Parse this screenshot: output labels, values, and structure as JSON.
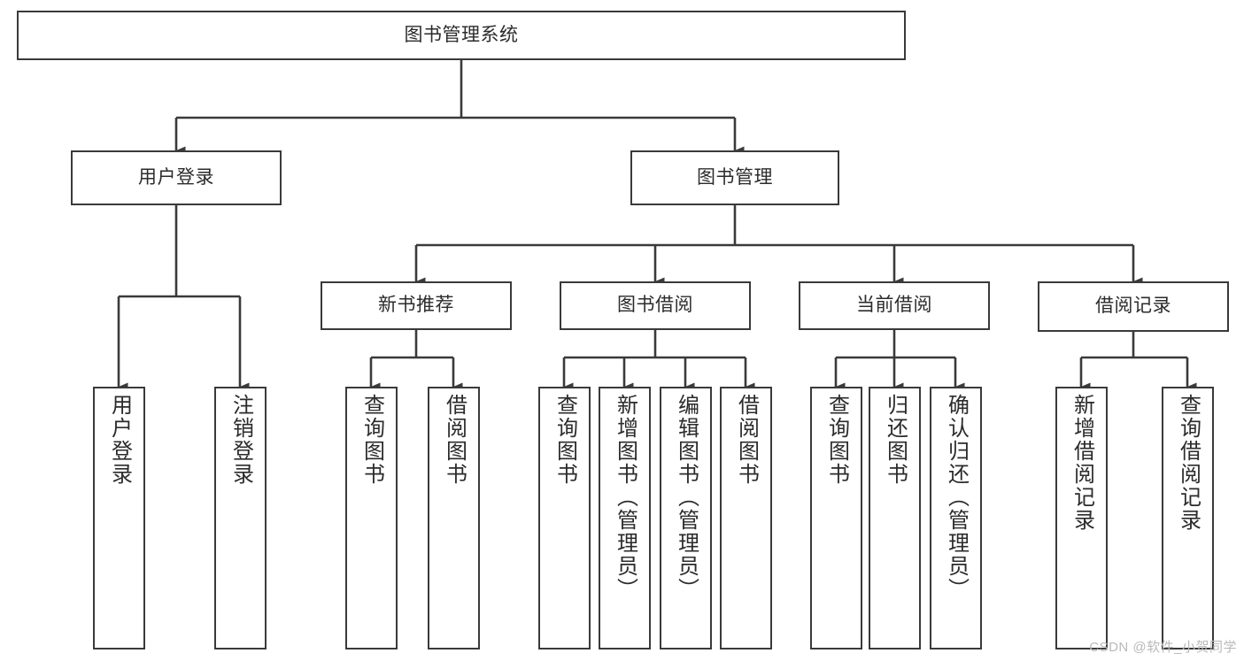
{
  "diagram": {
    "type": "tree-hierarchy",
    "title": "图书管理系统",
    "watermark": "CSDN @软件_小贺同学",
    "colors": {
      "box_border": "#3a3a3a",
      "box_fill": "#ffffff",
      "connector": "#3a3a3a",
      "text": "#2b2b2b",
      "watermark": "#b9b9b9",
      "background": "#ffffff"
    },
    "nodes": {
      "root": {
        "label": "图书管理系统",
        "level": 1,
        "orientation": "horizontal"
      },
      "l2": [
        {
          "id": "user-login",
          "label": "用户登录",
          "orientation": "horizontal"
        },
        {
          "id": "book-manage",
          "label": "图书管理",
          "orientation": "horizontal"
        }
      ],
      "l3": [
        {
          "id": "new-book-recommend",
          "label": "新书推荐",
          "orientation": "horizontal",
          "parent": "book-manage"
        },
        {
          "id": "book-borrow",
          "label": "图书借阅",
          "orientation": "horizontal",
          "parent": "book-manage"
        },
        {
          "id": "current-borrow",
          "label": "当前借阅",
          "orientation": "horizontal",
          "parent": "book-manage"
        },
        {
          "id": "borrow-record",
          "label": "借阅记录",
          "orientation": "horizontal",
          "parent": "book-manage"
        }
      ],
      "leaves": [
        {
          "id": "leaf-user-login",
          "label": "用户登录",
          "parent": "user-login",
          "orientation": "vertical"
        },
        {
          "id": "leaf-user-logout",
          "label": "注销登录",
          "parent": "user-login",
          "orientation": "vertical"
        },
        {
          "id": "leaf-query-book-1",
          "label": "查询图书",
          "parent": "new-book-recommend",
          "orientation": "vertical"
        },
        {
          "id": "leaf-borrow-book-1",
          "label": "借阅图书",
          "parent": "new-book-recommend",
          "orientation": "vertical"
        },
        {
          "id": "leaf-query-book-2",
          "label": "查询图书",
          "parent": "book-borrow",
          "orientation": "vertical"
        },
        {
          "id": "leaf-add-book",
          "label": "新增图书（管理员）",
          "parent": "book-borrow",
          "orientation": "vertical"
        },
        {
          "id": "leaf-edit-book",
          "label": "编辑图书（管理员）",
          "parent": "book-borrow",
          "orientation": "vertical"
        },
        {
          "id": "leaf-borrow-book-2",
          "label": "借阅图书",
          "parent": "book-borrow",
          "orientation": "vertical"
        },
        {
          "id": "leaf-query-book-3",
          "label": "查询图书",
          "parent": "current-borrow",
          "orientation": "vertical"
        },
        {
          "id": "leaf-return-book",
          "label": "归还图书",
          "parent": "current-borrow",
          "orientation": "vertical"
        },
        {
          "id": "leaf-confirm-return",
          "label": "确认归还（管理员）",
          "parent": "current-borrow",
          "orientation": "vertical"
        },
        {
          "id": "leaf-add-record",
          "label": "新增借阅记录",
          "parent": "borrow-record",
          "orientation": "vertical"
        },
        {
          "id": "leaf-query-record",
          "label": "查询借阅记录",
          "parent": "borrow-record",
          "orientation": "vertical"
        }
      ]
    }
  }
}
